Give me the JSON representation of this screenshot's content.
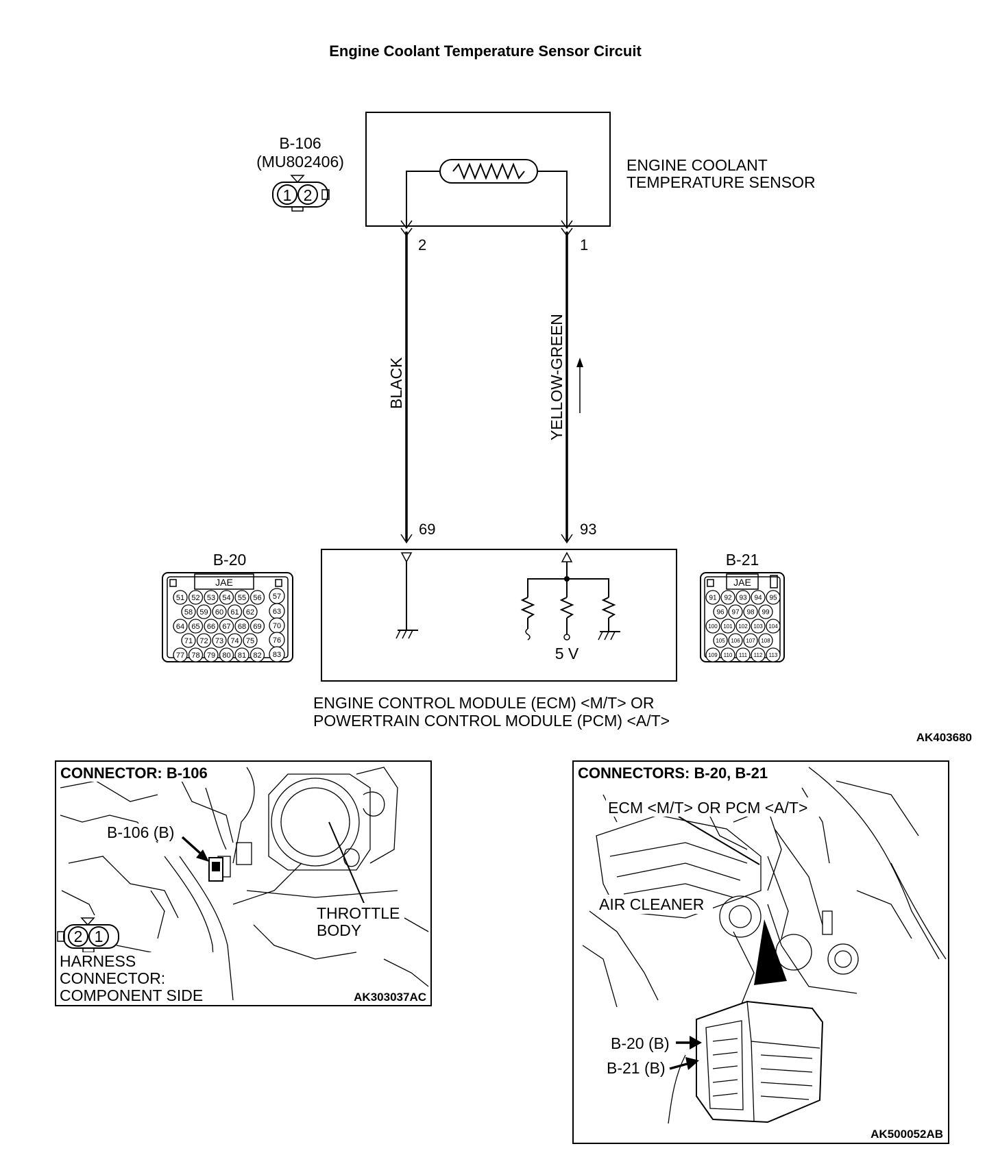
{
  "title": "Engine Coolant Temperature Sensor Circuit",
  "sensor": {
    "connector_id": "B-106",
    "part_number": "(MU802406)",
    "connector_pins": [
      "1",
      "2"
    ],
    "label_line1": "ENGINE COOLANT",
    "label_line2": "TEMPERATURE SENSOR",
    "pin_left": "2",
    "pin_right": "1"
  },
  "wires": {
    "left_color": "BLACK",
    "right_color": "YELLOW-GREEN"
  },
  "ecm": {
    "pin_left": "69",
    "pin_right": "93",
    "voltage": "5 V",
    "label_line1": "ENGINE CONTROL MODULE (ECM) <M/T> OR",
    "label_line2": "POWERTRAIN CONTROL MODULE (PCM) <A/T>"
  },
  "connector_b20": {
    "id": "B-20",
    "brand": "JAE",
    "rows": [
      [
        "51",
        "52",
        "53",
        "54",
        "55",
        "56"
      ],
      [
        "58",
        "59",
        "60",
        "61",
        "62"
      ],
      [
        "64",
        "65",
        "66",
        "67",
        "68",
        "69"
      ],
      [
        "71",
        "72",
        "73",
        "74",
        "75"
      ],
      [
        "77",
        "78",
        "79",
        "80",
        "81",
        "82"
      ]
    ],
    "side_pins": [
      "57",
      "63",
      "70",
      "76",
      "83"
    ]
  },
  "connector_b21": {
    "id": "B-21",
    "brand": "JAE",
    "rows": [
      [
        "91",
        "92",
        "93",
        "94",
        "95"
      ],
      [
        "96",
        "97",
        "98",
        "99"
      ],
      [
        "100",
        "101",
        "102",
        "103",
        "104"
      ],
      [
        "105",
        "106",
        "107",
        "108"
      ],
      [
        "109",
        "110",
        "111",
        "112",
        "113"
      ]
    ]
  },
  "diagram_code": "AK403680",
  "panel_left": {
    "heading": "CONNECTOR: B-106",
    "callout": "B-106 (B)",
    "throttle_line1": "THROTTLE",
    "throttle_line2": "BODY",
    "pins": [
      "2",
      "1"
    ],
    "harness_line1": "HARNESS",
    "harness_line2": "CONNECTOR:",
    "harness_line3": "COMPONENT SIDE",
    "code": "AK303037AC"
  },
  "panel_right": {
    "heading": "CONNECTORS: B-20, B-21",
    "ecm_label": "ECM <M/T> OR PCM <A/T>",
    "air_cleaner": "AIR CLEANER",
    "callout_b20": "B-20 (B)",
    "callout_b21": "B-21 (B)",
    "code": "AK500052AB"
  }
}
